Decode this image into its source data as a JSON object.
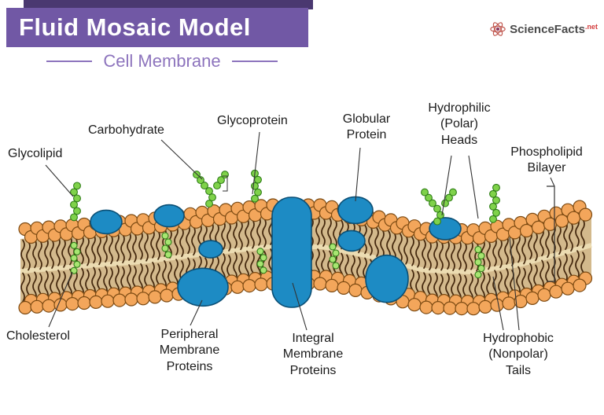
{
  "header": {
    "title": "Fluid Mosaic Model",
    "subtitle": "Cell Membrane",
    "banner_color": "#7158a5",
    "banner_accent_color": "#4a3870",
    "subtitle_color": "#8d74bd"
  },
  "logo": {
    "brand_a": "Science",
    "brand_b": "Facts",
    "tld": ".net"
  },
  "diagram": {
    "labels": {
      "glycolipid": "Glycolipid",
      "carbohydrate": "Carbohydrate",
      "glycoprotein": "Glycoprotein",
      "globular_protein": "Globular\nProtein",
      "hydrophilic_heads": "Hydrophilic\n(Polar)\nHeads",
      "phospholipid_bilayer": "Phospholipid\nBilayer",
      "cholesterol": "Cholesterol",
      "peripheral_proteins": "Peripheral\nMembrane\nProteins",
      "integral_proteins": "Integral\nMembrane\nProteins",
      "hydrophobic_tails": "Hydrophobic\n(Nonpolar)\nTails"
    },
    "colors": {
      "head": "#f3a65b",
      "head_stroke": "#7c4a12",
      "tail": "#44280e",
      "membrane_interior": "#d3b98c",
      "mid_gap": "#ecdcb2",
      "protein": "#1d8bc4",
      "protein_stroke": "#0b4f75",
      "bead": "#7fd24a",
      "bead_stroke": "#2f7d17",
      "cholesterol": "#a7e571",
      "leader": "#333333"
    }
  }
}
